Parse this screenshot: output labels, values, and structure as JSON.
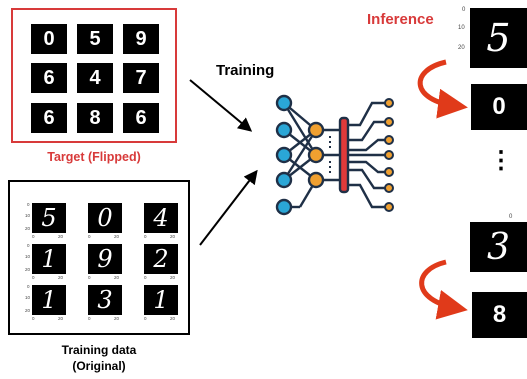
{
  "target": {
    "caption": "Target (Flipped)",
    "digits": [
      "0",
      "5",
      "9",
      "6",
      "4",
      "7",
      "6",
      "8",
      "6"
    ]
  },
  "training_data": {
    "caption_line1": "Training data",
    "caption_line2": "(Original)",
    "digits": [
      "5",
      "0",
      "4",
      "1",
      "9",
      "2",
      "1",
      "3",
      "1"
    ],
    "tick_labels": {
      "y0": "0",
      "y10": "10",
      "y20": "20",
      "x0": "0",
      "x20": "20"
    }
  },
  "labels": {
    "training": "Training",
    "inference": "Inference"
  },
  "inference": {
    "input_1": "5",
    "output_1": "0",
    "input_2": "3",
    "output_2": "8",
    "ellipsis": "⋮",
    "ticks_1": [
      "0",
      "10",
      "20"
    ],
    "ticks_2": [
      "0"
    ]
  },
  "colors": {
    "accent_red": "#d83a3a",
    "network_blue": "#2aa6d6",
    "network_orange": "#f0a030",
    "network_navy": "#1f3047",
    "network_red": "#e03a3a"
  },
  "icons": [
    "neural-network-icon",
    "curved-arrow-icon"
  ]
}
